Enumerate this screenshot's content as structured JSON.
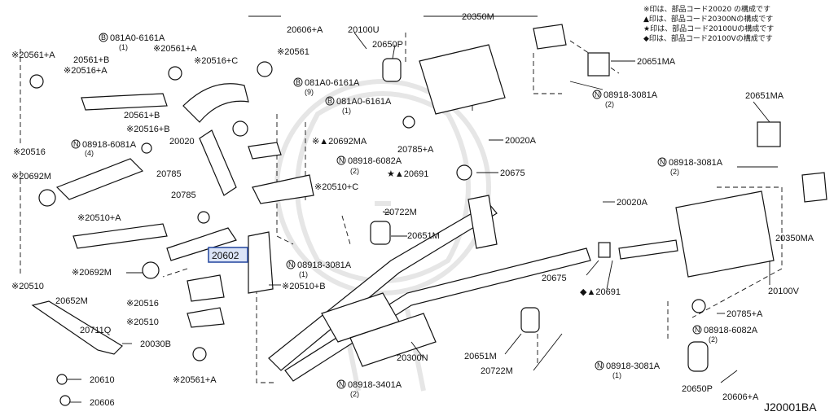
{
  "legend": {
    "lines": [
      "※印は、部品コード20020 の構成です",
      "▲印は、部品コード20300Nの構成です",
      "★印は、部品コード20100Uの構成です",
      "◆印は、部品コード20100Vの構成です"
    ]
  },
  "diagram_code": "J20001BA",
  "highlight": {
    "part": "20602"
  },
  "labels": {
    "p20606_top": "20606+A",
    "p20100U": "20100U",
    "p20350M": "20350M",
    "p20650P_top": "20650P",
    "p20651MA_top": "20651MA",
    "p20561A_l": "※20561+A",
    "b081A0_l": "081A0-6161A",
    "b081A0_l_qty": "(1)",
    "p20561B_l": "20561+B",
    "p20561A_m": "※20561+A",
    "p20516C": "※20516+C",
    "p20561": "※20561",
    "p20516A": "※20516+A",
    "b081A0_m": "081A0-6161A",
    "b081A0_m_qty": "(9)",
    "n089183081A_r1": "08918-3081A",
    "n089183081A_r1_qty": "(2)",
    "b081A0_r": "081A0-6161A",
    "b081A0_r_qty": "(1)",
    "p20561B_m": "20561+B",
    "p20651MA_r": "20651MA",
    "p20516B": "※20516+B",
    "p20516": "※20516",
    "n089186081A_l": "08918-6081A",
    "n089186081A_l_qty": "(4)",
    "p20020_l": "20020",
    "p20692MA": "※▲20692MA",
    "p20785A_t": "20785+A",
    "p20020A_t": "20020A",
    "n089186082A_m": "08918-6082A",
    "n089186082A_m_qty": "(2)",
    "p20691_m": "★▲20691",
    "p20675_m": "20675",
    "n089183081A_r2": "08918-3081A",
    "n089183081A_r2_qty": "(2)",
    "p20692M_l": "※20692M",
    "p20785_a": "20785",
    "p20785_b": "20785",
    "p20510C": "※20510+C",
    "p20722M_m": "20722M",
    "p20020A_r": "20020A",
    "p20510A": "※20510+A",
    "p20651M_m": "20651M",
    "p20350MA": "20350MA",
    "p20692M_b": "※20692M",
    "n089183081A_m": "08918-3081A",
    "n089183081A_m_qty": "(1)",
    "p20675_r": "20675",
    "p20510": "※20510",
    "p20510B": "※20510+B",
    "p20691_r": "◆▲20691",
    "p20100V": "20100V",
    "p20652M": "20652M",
    "p20516_b": "※20516",
    "p20785A_b": "20785+A",
    "p20510_b": "※20510",
    "p20711Q": "20711Q",
    "n089186082A_r": "08918-6082A",
    "n089186082A_r_qty": "(2)",
    "p20030B": "20030B",
    "p20300N": "20300N",
    "p20651M_b": "20651M",
    "p20610": "20610",
    "p20561A_b": "※20561+A",
    "p20722M_b": "20722M",
    "n089183081A_b": "08918-3081A",
    "n089183081A_b_qty": "(1)",
    "p20606_b": "20606",
    "n089183401A": "08918-3401A",
    "n089183401A_qty": "(2)",
    "p20650P_b": "20650P",
    "p20606A_b": "20606+A"
  },
  "colors": {
    "highlight_fill": "#dbe4f7",
    "highlight_stroke": "#2d4fa3",
    "ink": "#111111"
  }
}
